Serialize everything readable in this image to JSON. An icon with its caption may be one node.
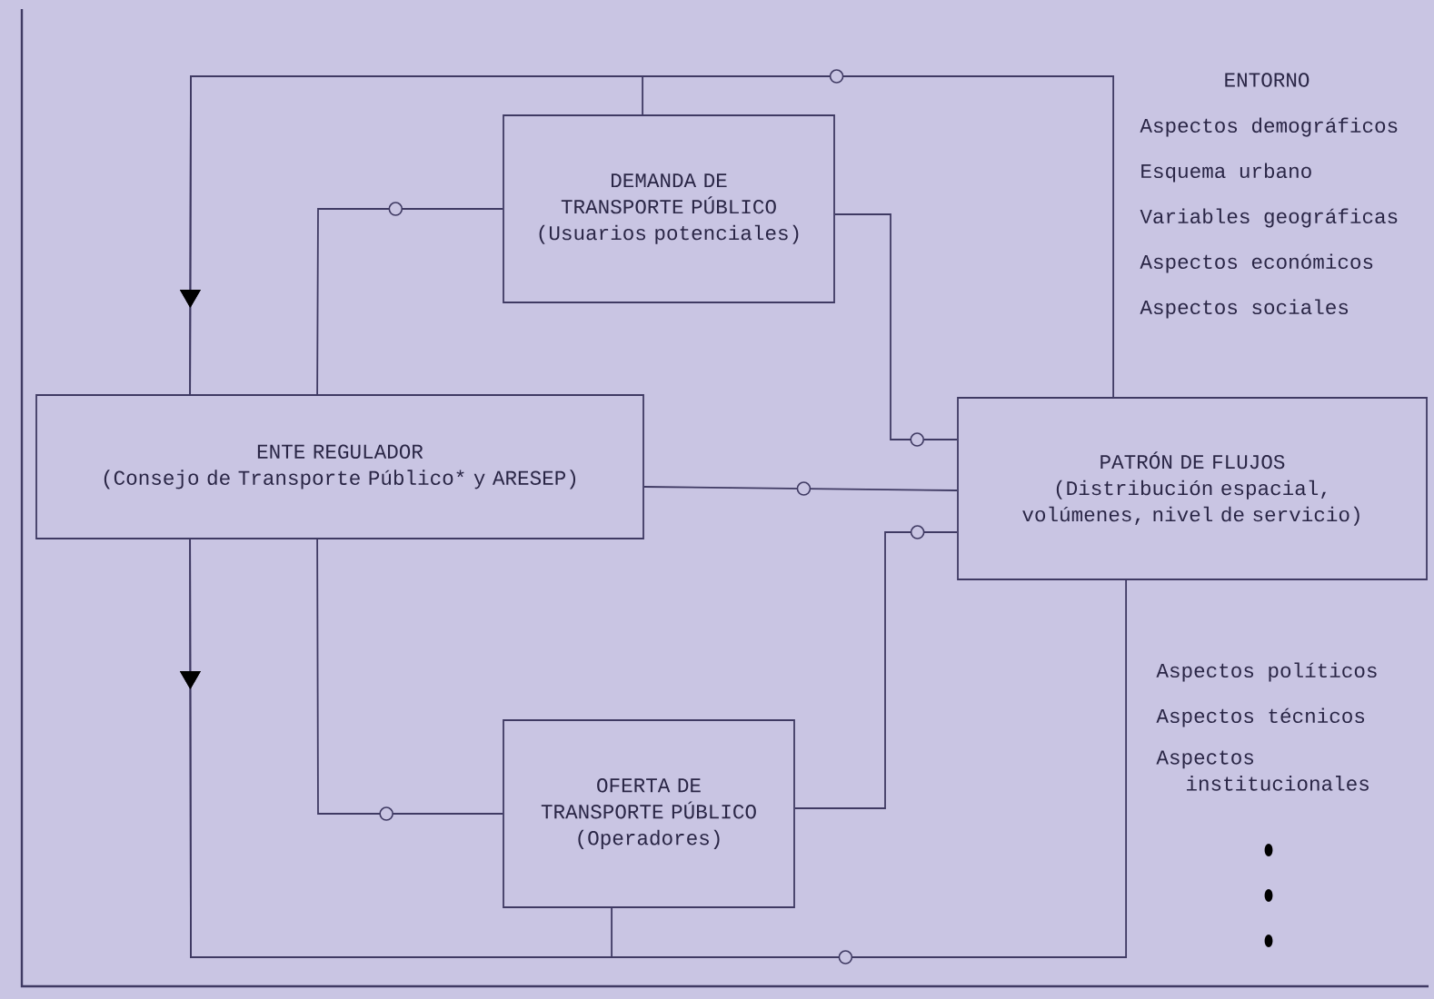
{
  "diagram": {
    "nodes": [
      {
        "text": [
          "DEMANDA DE TRANSPORTE PÚBLICO",
          "(Usuarios potenciales)"
        ]
      },
      {
        "text": [
          "ENTE REGULADOR",
          "(Consejo de Transporte Público* y ARESEP)"
        ]
      },
      {
        "text": [
          "PATRÓN DE FLUJOS",
          "(Distribución espacial, volúmenes, nivel de servicio)"
        ]
      },
      {
        "text": [
          "OFERTA DE TRANSPORTE PÚBLICO",
          "(Operadores)"
        ]
      }
    ],
    "edges": [
      {
        "from": 1,
        "to": 0,
        "arrow": "none"
      },
      {
        "from": 1,
        "to": 3,
        "arrow": "none"
      },
      {
        "from": 1,
        "to": 2,
        "arrow": "none"
      },
      {
        "from": 0,
        "to": 2,
        "arrow": "none"
      },
      {
        "from": 3,
        "to": 2,
        "arrow": "none"
      },
      {
        "from": 2,
        "to": 1,
        "arrow": "to"
      },
      {
        "from": 0,
        "to": 1,
        "arrow": "to"
      },
      {
        "from": 1,
        "to": 3,
        "arrow": "to"
      },
      {
        "from": 1,
        "to": 2,
        "arrow": "to"
      }
    ],
    "labels": [
      "ENTORNO",
      "Aspectos demográficos",
      "Esquema urbano",
      "Variables geográficas",
      "Aspectos económicos",
      "Aspectos sociales",
      "Aspectos políticos",
      "Aspectos técnicos",
      "Aspectos institucionales"
    ]
  }
}
